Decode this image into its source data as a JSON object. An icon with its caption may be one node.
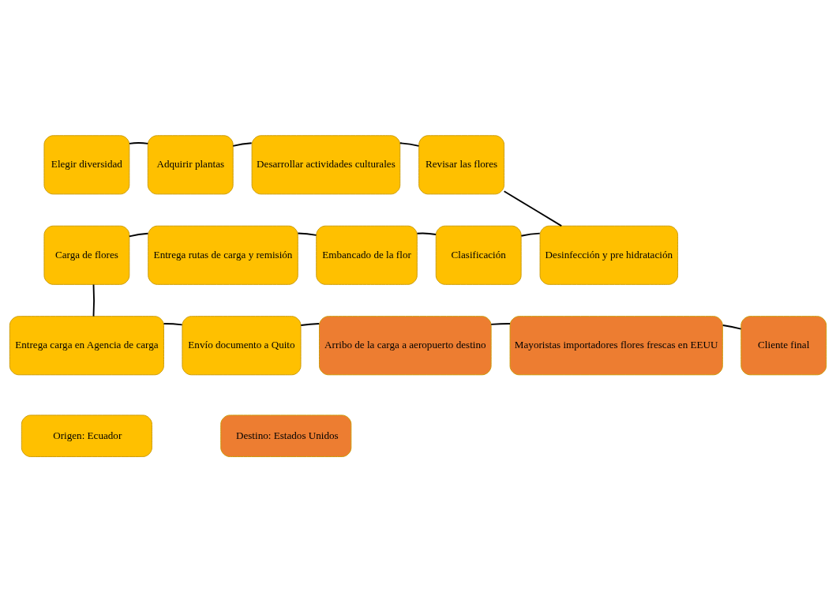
{
  "diagram": {
    "nodes": [
      {
        "text": [
          "Elegir diversidad"
        ]
      },
      {
        "text": [
          "Adquirir plantas"
        ]
      },
      {
        "text": [
          "Desarrollar actividades culturales"
        ]
      },
      {
        "text": [
          "Revisar las flores"
        ]
      },
      {
        "text": [
          "Carga de flores"
        ]
      },
      {
        "text": [
          "Entrega rutas de carga y remisión"
        ]
      },
      {
        "text": [
          "Embancado de la flor"
        ]
      },
      {
        "text": [
          "Clasificación"
        ]
      },
      {
        "text": [
          "Desinfección y pre hidratación"
        ]
      },
      {
        "text": [
          "Entrega carga en Agencia de carga"
        ]
      },
      {
        "text": [
          "Envío documento a Quito"
        ]
      },
      {
        "text": [
          "Arribo de la carga a aeropuerto destino"
        ]
      },
      {
        "text": [
          "Mayoristas importadores flores frescas en EEUU"
        ]
      },
      {
        "text": [
          "Cliente final"
        ]
      }
    ],
    "edges": [
      {
        "from": 0,
        "to": 1,
        "arrow": "none"
      },
      {
        "from": 1,
        "to": 2,
        "arrow": "none"
      },
      {
        "from": 2,
        "to": 3,
        "arrow": "none"
      },
      {
        "from": 3,
        "to": 8,
        "arrow": "none"
      },
      {
        "from": 8,
        "to": 7,
        "arrow": "none"
      },
      {
        "from": 7,
        "to": 6,
        "arrow": "none"
      },
      {
        "from": 6,
        "to": 5,
        "arrow": "none"
      },
      {
        "from": 5,
        "to": 4,
        "arrow": "none"
      },
      {
        "from": 4,
        "to": 9,
        "arrow": "none"
      },
      {
        "from": 9,
        "to": 10,
        "arrow": "none"
      },
      {
        "from": 10,
        "to": 11,
        "arrow": "none"
      },
      {
        "from": 11,
        "to": 12,
        "arrow": "none"
      },
      {
        "from": 12,
        "to": 13,
        "arrow": "none"
      }
    ],
    "legend": [
      {
        "text": "Origen: Ecuador",
        "color": "#ffc000"
      },
      {
        "text": "Destino: Estados Unidos",
        "color": "#ed7d31"
      }
    ]
  }
}
